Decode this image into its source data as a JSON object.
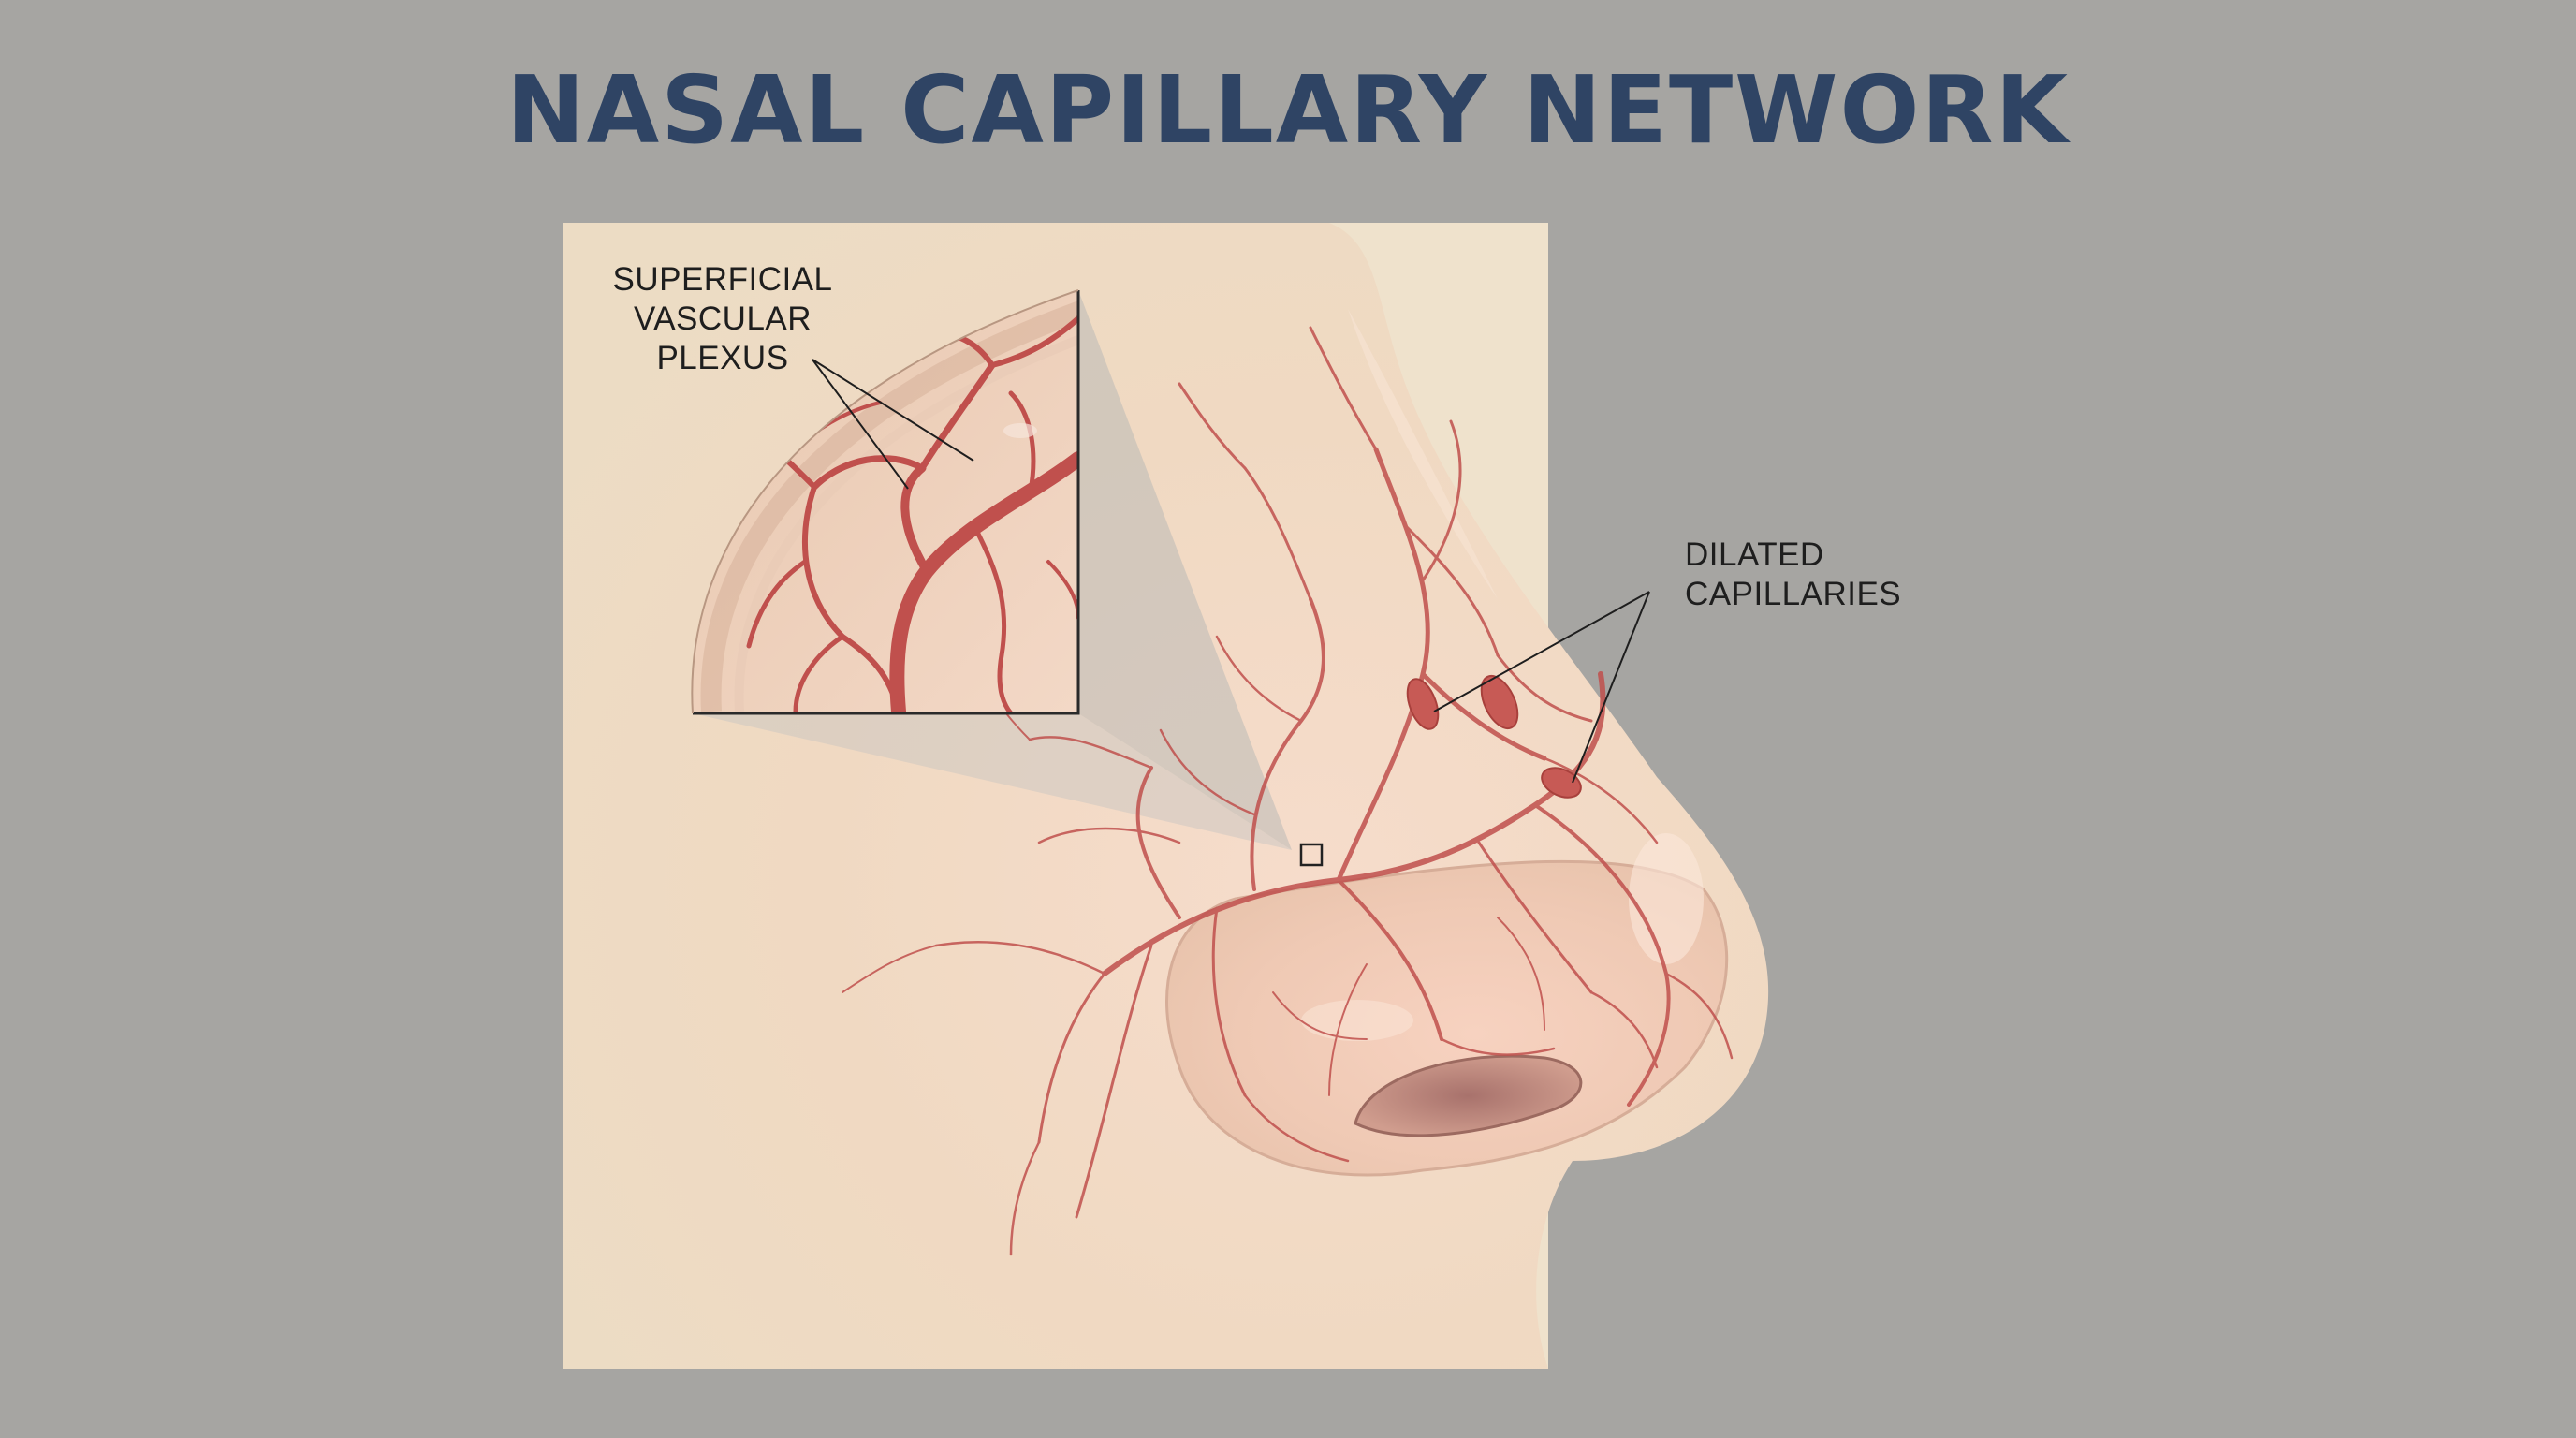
{
  "title": "NASAL CAPILLARY NETWORK",
  "labels": {
    "superficial": [
      "SUPERFICIAL",
      "VASCULAR",
      "PLEXUS"
    ],
    "dilated": [
      "DILATED",
      "CAPILLARIES"
    ]
  },
  "colors": {
    "background": "#a6a5a2",
    "title": "#2f4464",
    "skin": "#f2ddc6",
    "vessel": "#c0504d",
    "panel": "#efe2cc"
  }
}
